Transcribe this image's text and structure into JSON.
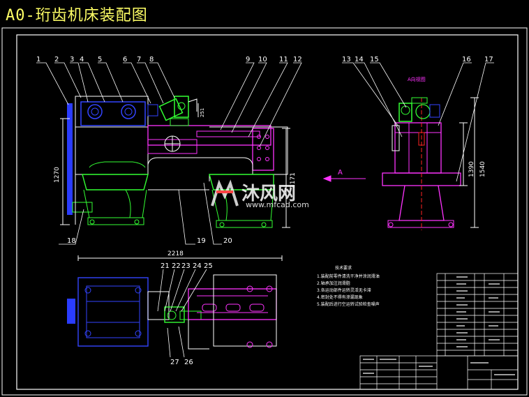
{
  "title": "A0-珩齿机床装配图",
  "callouts": {
    "n1": "1",
    "n2": "2",
    "n3": "3",
    "n4": "4",
    "n5": "5",
    "n6": "6",
    "n7": "7",
    "n8": "8",
    "n9": "9",
    "n10": "10",
    "n11": "11",
    "n12": "12",
    "n13": "13",
    "n14": "14",
    "n15": "15",
    "n16": "16",
    "n17": "17",
    "n18": "18",
    "n19": "19",
    "n20": "20",
    "n21": "21",
    "n22": "22",
    "n23": "23",
    "n24": "24",
    "n25": "25",
    "n26": "26",
    "n27": "27"
  },
  "dimensions": {
    "height_front": "1270",
    "height_mid": "1171",
    "height_side_inner": "1390",
    "height_side": "1540",
    "length_top": "2218",
    "small_dim": "251"
  },
  "view_label_a": "A",
  "view_label_a_side": "A向视图",
  "watermark": {
    "logo_icon": "mfcad-logo-icon",
    "cn": "沐风网",
    "url": "www.mfcad.com"
  },
  "tech_requirements": {
    "heading": "技术要求",
    "items": [
      "1.装配前零件清洗干净并涂润滑油",
      "2.轴承加注润滑脂",
      "3.各运动部件运转灵活无卡滞",
      "4.密封处不得有渗漏现象",
      "5.装配后进行空运转试验检查噪声"
    ]
  },
  "colors": {
    "frame": "#ffffff",
    "blue": "#3344ff",
    "green": "#33ff33",
    "magenta": "#ff33ff",
    "yellow": "#ffff00",
    "red": "#ff2222",
    "cyan": "#33ffff"
  }
}
